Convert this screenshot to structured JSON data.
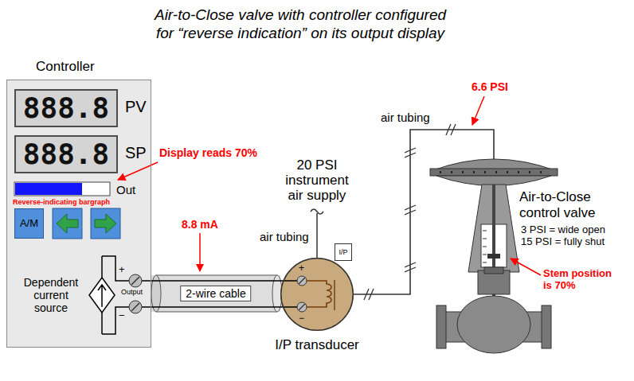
{
  "diagram": {
    "title": "Air-to-Close valve with controller configured for “reverse indication” on its output display",
    "nodes": [
      {
        "text": [
          "Controller"
        ]
      },
      {
        "text": [
          "888.8"
        ],
        "in": 0
      },
      {
        "text": [
          "888.8"
        ],
        "in": 0
      },
      {
        "text": [
          "A/M"
        ],
        "in": 0
      },
      {
        "text": [
          "I/P transducer"
        ]
      },
      {
        "text": [
          "I/P"
        ]
      },
      {
        "text": [
          "Air-to-Close control valve",
          "3 PSI = wide open 15 PSI = fully shut"
        ]
      }
    ],
    "edges": [
      {
        "from": 0,
        "to": 4,
        "label": "2-wire cable",
        "arrow": "none"
      },
      {
        "from": 4,
        "to": 6,
        "arrow": "none"
      }
    ],
    "labels": [
      "PV",
      "SP",
      "Out",
      "Reverse-indicating bargraph",
      "Display reads 70%",
      "Dependent current source",
      "+",
      "Output",
      "−",
      "8.8 mA",
      "20 PSI instrument air supply",
      "air tubing",
      "+",
      "−",
      "air tubing",
      "6.6 PSI",
      "Stem position is 70%"
    ]
  }
}
